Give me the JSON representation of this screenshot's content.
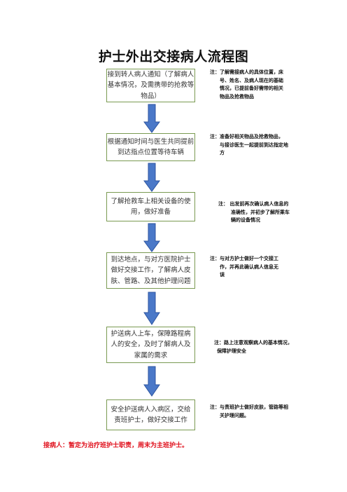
{
  "title": "护士外出交接病人流程图",
  "steps": [
    {
      "lines": [
        "接到转人病人通知（了解病人",
        "基本情况，及需携带的抢救等",
        "物品）"
      ],
      "note": [
        "注：了解需接病人的具体位置，床",
        "号、姓名、及病人现在的基础",
        "情况，已提前备好需带的相关",
        "物品及抢救物品"
      ]
    },
    {
      "lines": [
        "根据通知时间与医生共同提前",
        "到达指点位置等待车辆"
      ],
      "note": [
        "注：准备好相关物品及抢救物品，",
        "与接诊医生一起提前到达指定地",
        "方"
      ]
    },
    {
      "lines": [
        "了解抢救车上相关设备的使",
        "用，做好准备"
      ],
      "note": [
        "注：  出发前再次确认病人信息的",
        "准确性，并初步了解所乘车",
        "辆的设备情况"
      ]
    },
    {
      "lines": [
        "到达地点，与对方医院护士",
        "做好交接工作，了解病人皮",
        "肤、管路、及其他护理问题"
      ],
      "note": [
        "注：与对方护士做好一个交接工",
        "作，并再此确认病人信息无",
        "误"
      ]
    },
    {
      "lines": [
        "护送病人上车，保障路程病",
        "人的安全，及时了解病人及",
        "家属的需求"
      ],
      "note": [
        "注：路上注意观察病人的基本情况，",
        "保障护理安全"
      ]
    },
    {
      "lines": [
        "安全护送病人入病区，交给",
        "责班护士，做好交接工作"
      ],
      "note": [
        "注：与责班护士做好皮肤，管路等相",
        "关护理问题。"
      ]
    }
  ],
  "footer": "接病人：暂定为治疗班护士职责，周末为主班护士。",
  "colors": {
    "box_border": "#7a9a52",
    "arrow_fill": "#4a78c8",
    "arrow_stroke": "#2d55a0",
    "footer_text": "#e0101c"
  }
}
